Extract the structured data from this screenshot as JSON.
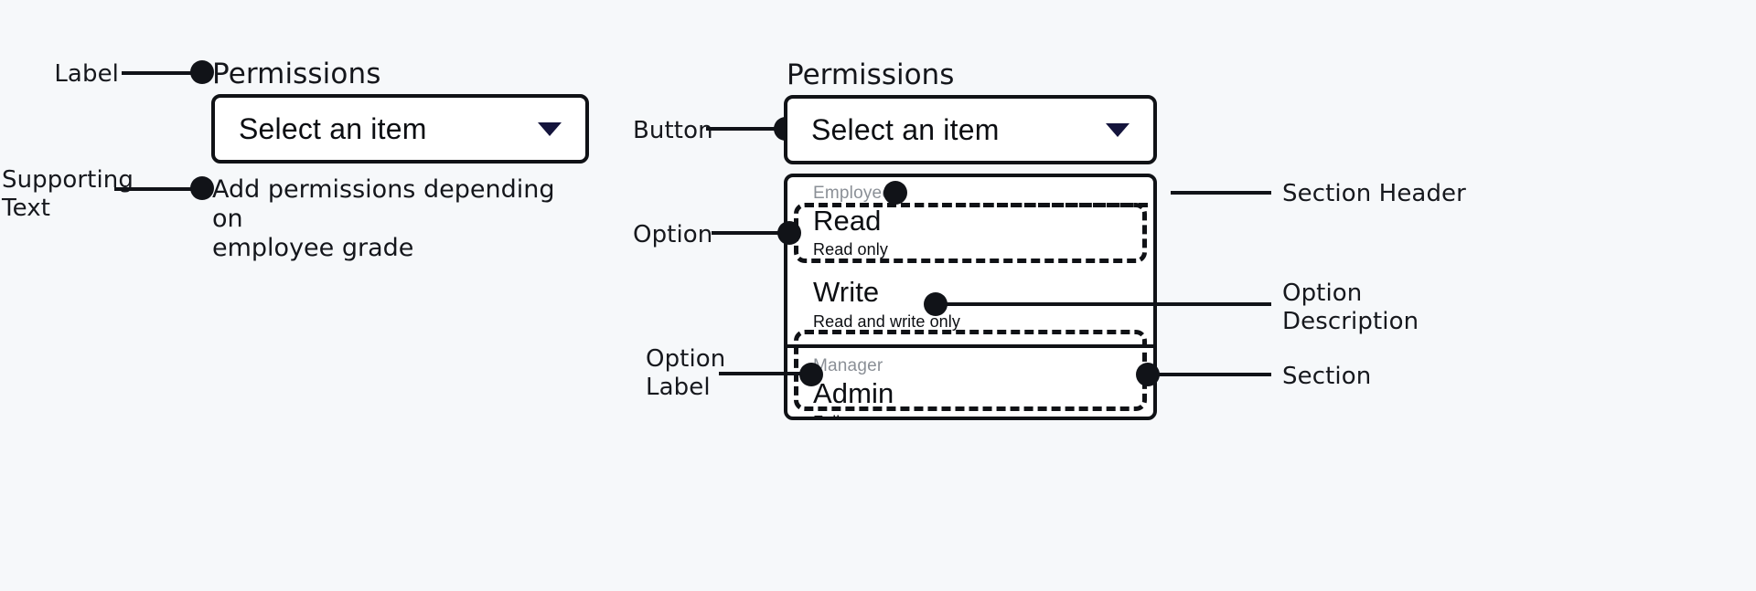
{
  "canvas": {
    "background_color": "#f6f8fa",
    "ink_color": "#111318",
    "accent_color": "#14143c",
    "muted_color": "#8b9097"
  },
  "left_spec": {
    "annotations": [
      {
        "name": "label",
        "text": "Label"
      },
      {
        "name": "supporting-text",
        "text": "Supporting\nText"
      }
    ],
    "field": {
      "label": "Permissions",
      "button_text": "Select an item",
      "chevron_icon": "chevron-down-icon",
      "supporting_text": "Add permissions depending on\nemployee grade"
    }
  },
  "right_spec": {
    "annotations": [
      {
        "name": "button",
        "text": "Button"
      },
      {
        "name": "option",
        "text": "Option"
      },
      {
        "name": "option-label",
        "text": "Option\nLabel"
      },
      {
        "name": "section-header",
        "text": "Section Header"
      },
      {
        "name": "option-description",
        "text": "Option\nDescription"
      },
      {
        "name": "section",
        "text": "Section"
      }
    ],
    "menu": {
      "label": "Permissions",
      "button_text": "Select an item",
      "chevron_icon": "chevron-down-icon",
      "sections": [
        {
          "header": "Employees",
          "options": [
            {
              "label": "Read",
              "description": "Read only"
            },
            {
              "label": "Write",
              "description": "Read and write only"
            }
          ]
        },
        {
          "header": "Manager",
          "options": [
            {
              "label": "Admin",
              "description": "Full access"
            }
          ]
        }
      ]
    }
  }
}
